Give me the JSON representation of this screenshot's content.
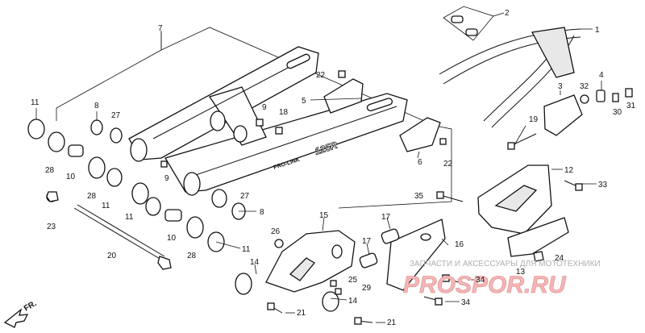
{
  "callouts": {
    "c1": "1",
    "c2": "2",
    "c3": "3",
    "c4": "4",
    "c5": "5",
    "c6": "6",
    "c7": "7",
    "c8a": "8",
    "c8b": "8",
    "c9a": "9",
    "c9b": "9",
    "c10a": "10",
    "c10b": "10",
    "c11a": "11",
    "c11b": "11",
    "c11c": "11",
    "c11d": "11",
    "c12": "12",
    "c13": "13",
    "c14a": "14",
    "c14b": "14",
    "c15": "15",
    "c16": "16",
    "c17a": "17",
    "c17b": "17",
    "c18": "18",
    "c19": "19",
    "c20": "20",
    "c21a": "21",
    "c21b": "21",
    "c22a": "22",
    "c22b": "22",
    "c23": "23",
    "c24": "24",
    "c25": "25",
    "c26": "26",
    "c27a": "27",
    "c27b": "27",
    "c28a": "28",
    "c28b": "28",
    "c28c": "28",
    "c29": "29",
    "c30": "30",
    "c31": "31",
    "c32": "32",
    "c33": "33",
    "c34a": "34",
    "c34b": "34",
    "c35": "35"
  },
  "swingarm_marking": "125R",
  "swingarm_sub_marking": "PRO-LINK",
  "direction_label": "FR.",
  "watermark_text": "ЗАПЧАСТИ И АКСЕССУАРЫ ДЛЯ МОТОТЕХНИКИ",
  "watermark_logo": "PROSPOR.RU",
  "colors": {
    "line": "#111111",
    "logo": "#f3b5b5",
    "watermark": "#b0b0b0"
  }
}
